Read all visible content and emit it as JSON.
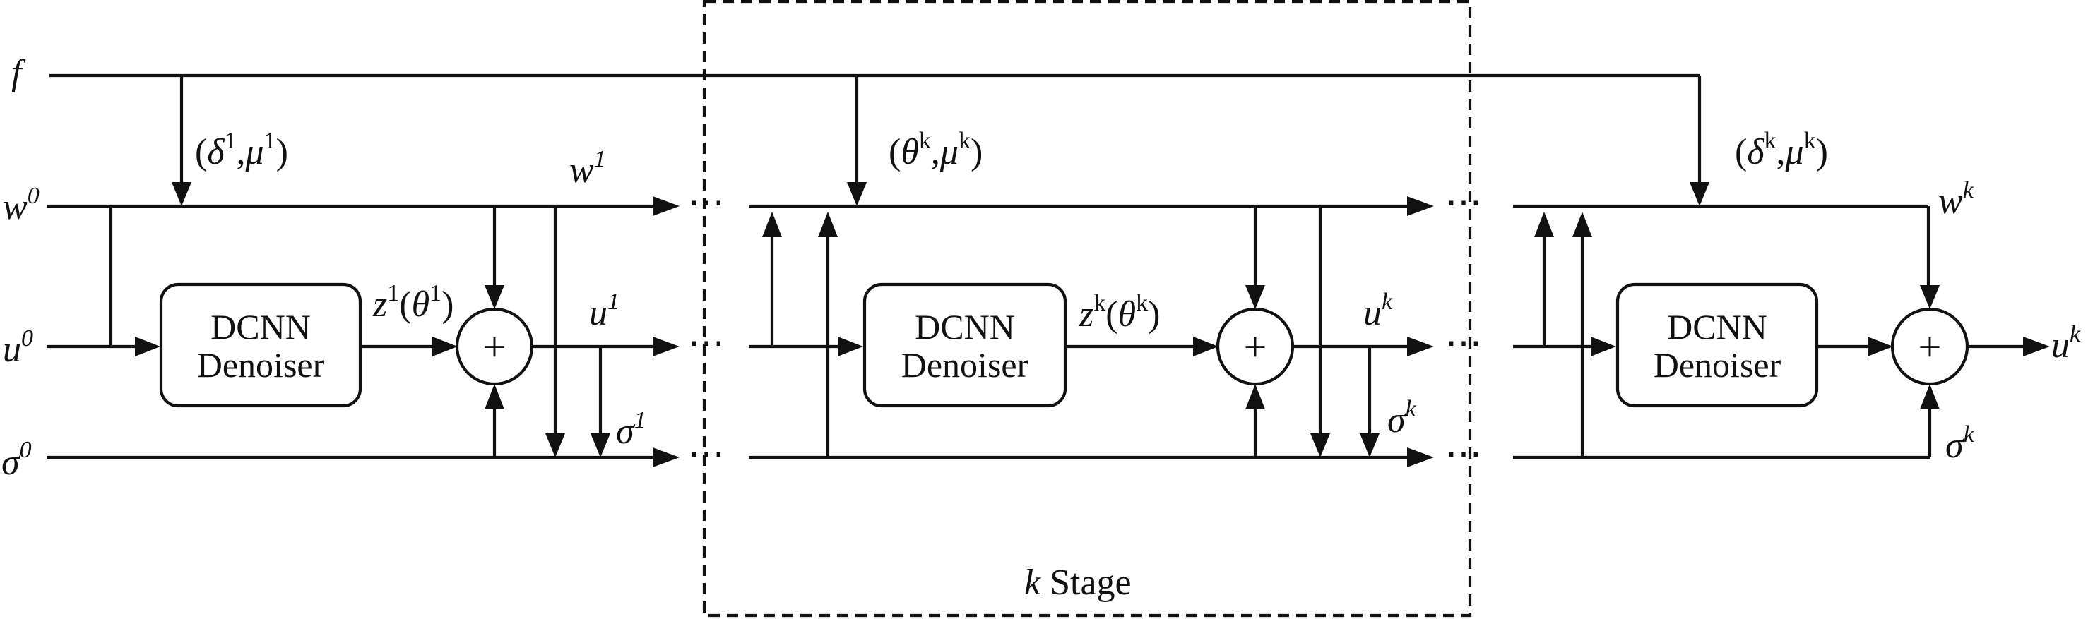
{
  "inputs": {
    "f": "f",
    "w0": {
      "base": "w",
      "sup": "0"
    },
    "u0": {
      "base": "u",
      "sup": "0"
    },
    "sigma0": {
      "base": "σ",
      "sup": "0"
    }
  },
  "stage1": {
    "param": {
      "open": "(",
      "a": "δ",
      "a_sup": "1",
      "sep": ",",
      "b": "μ",
      "b_sup": "1",
      "close": ")"
    },
    "w_out": {
      "base": "w",
      "sup": "1"
    },
    "z_label": {
      "base": "z",
      "sup": "1",
      "open": "(",
      "arg": "θ",
      "arg_sup": "1",
      "close": ")"
    },
    "u_out": {
      "base": "u",
      "sup": "1"
    },
    "sigma_out": {
      "base": "σ",
      "sup": "1"
    },
    "box_line1": "DCNN",
    "box_line2": "Denoiser",
    "sum_symbol": "+"
  },
  "stagek": {
    "param": {
      "open": "(",
      "a": "θ",
      "a_sup": "k",
      "sep": ",",
      "b": "μ",
      "b_sup": "k",
      "close": ")"
    },
    "z_label": {
      "base": "z",
      "sup": "k",
      "open": "(",
      "arg": "θ",
      "arg_sup": "k",
      "close": ")"
    },
    "u_out": {
      "base": "u",
      "sup": "k"
    },
    "sigma_out": {
      "base": "σ",
      "sup": "k"
    },
    "box_line1": "DCNN",
    "box_line2": "Denoiser",
    "sum_symbol": "+",
    "caption_var": "k",
    "caption_word": " Stage"
  },
  "stagelast": {
    "param": {
      "open": "(",
      "a": "δ",
      "a_sup": "k",
      "sep": ",",
      "b": "μ",
      "b_sup": "k",
      "close": ")"
    },
    "w_out": {
      "base": "w",
      "sup": "k"
    },
    "u_out": {
      "base": "u",
      "sup": "k"
    },
    "sigma_out": {
      "base": "σ",
      "sup": "k"
    },
    "box_line1": "DCNN",
    "box_line2": "Denoiser",
    "sum_symbol": "+"
  },
  "ellipsis": "⋯"
}
